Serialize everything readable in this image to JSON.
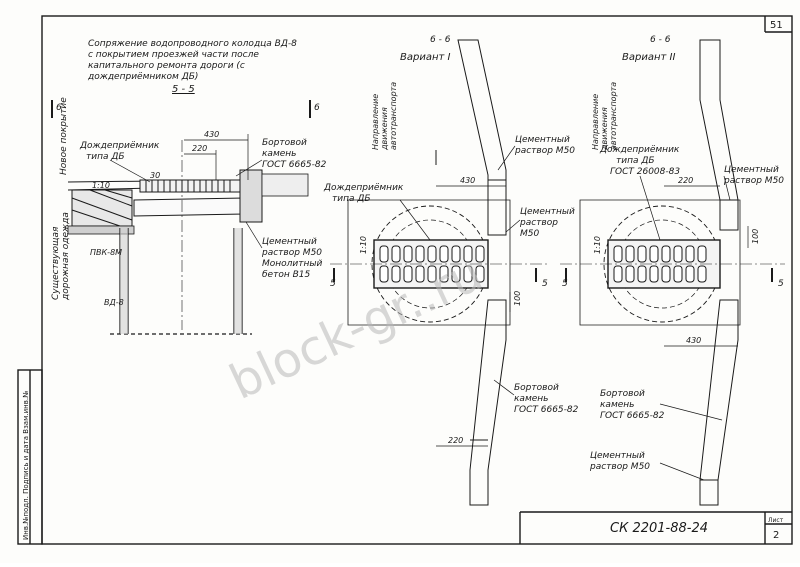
{
  "sheet_top_number": "51",
  "title_lines": [
    "Сопряжение водопроводного колодца ВД-8",
    "с покрытием проезжей части после",
    "капитального ремонта дороги (с",
    "дождеприёмником ДБ)"
  ],
  "section_55": "5 - 5",
  "section_66_left": "6 - 6",
  "section_66_right": "6 - 6",
  "variant_1": "Вариант I",
  "variant_2": "Вариант II",
  "left_view": {
    "new_coating": "Новое покрытие",
    "existing_road": [
      "Существующая",
      "дорожная одежда"
    ],
    "pvk": "ПВК-8М",
    "vd8": "ВД-8",
    "slope": "1:10",
    "inlet_label": [
      "Дождеприёмник",
      "типа ДБ"
    ],
    "curb_label": [
      "Бортовой",
      "камень",
      "ГОСТ 6665-82"
    ],
    "mortar_label": [
      "Цементный",
      "раствор М50"
    ],
    "concrete_label": [
      "Монолитный",
      "бетон В15"
    ],
    "dim_430": "430",
    "dim_220": "220",
    "dim_30": "30",
    "mark_6": "6"
  },
  "var1": {
    "traffic": [
      "Направление",
      "движения",
      "автотранспорта"
    ],
    "mortar_top": [
      "Цементный",
      "раствор М50"
    ],
    "inlet_label": [
      "Дождеприёмник",
      "типа ДБ"
    ],
    "mortar_mid": [
      "Цементный",
      "раствор",
      "М50"
    ],
    "curb_label": [
      "Бортовой",
      "камень",
      "ГОСТ 6665-82"
    ],
    "slope": "1:10",
    "dim_430": "430",
    "dim_220": "220",
    "dim_100": "100",
    "mark_5": "5"
  },
  "var2": {
    "traffic": [
      "Направление",
      "движения",
      "автотранспорта"
    ],
    "inlet_label": [
      "Дождеприёмник",
      "типа ДБ",
      "ГОСТ 26008-83"
    ],
    "mortar_top": [
      "Цементный",
      "раствор М50"
    ],
    "curb_label": [
      "Бортовой",
      "камень",
      "ГОСТ 6665-82"
    ],
    "mortar_bottom": [
      "Цементный",
      "раствор М50"
    ],
    "slope": "1:10",
    "dim_220": "220",
    "dim_430": "430",
    "dim_100": "100",
    "mark_5": "5"
  },
  "stamp_side": "Инв.№подл. Подпись и дата Взам.инв.№",
  "doc_code": "СК 2201-88-24",
  "sheet_label": "Лист",
  "sheet_number": "2",
  "watermark": "block-gr..ru"
}
